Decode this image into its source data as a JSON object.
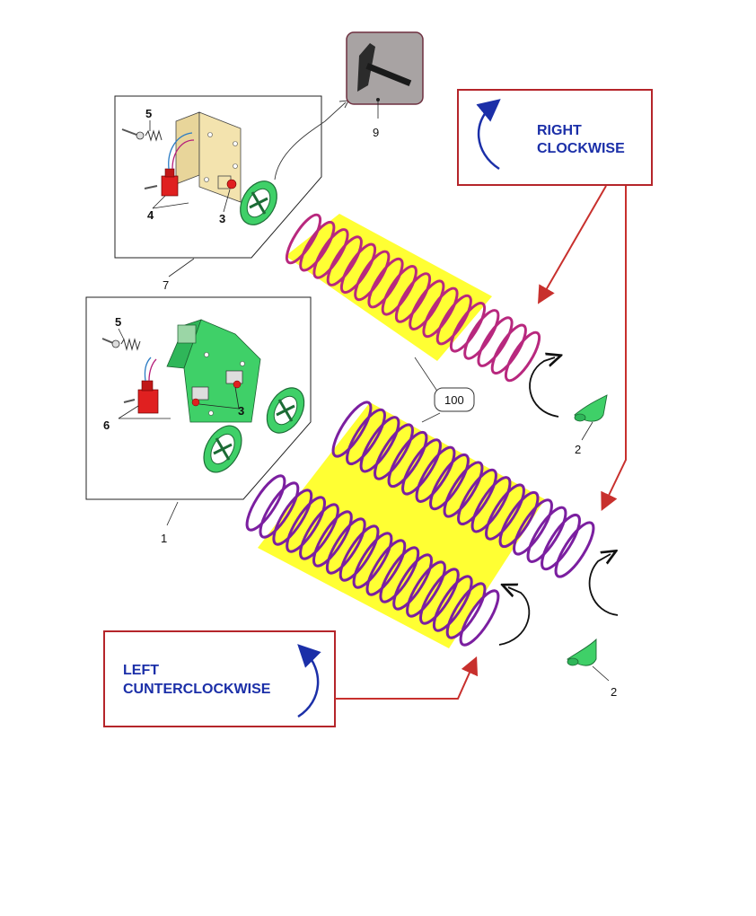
{
  "colors": {
    "callout_border": "#b5252a",
    "callout_text": "#1b2fa8",
    "arrow_red": "#c8302d",
    "spring_top": "#b8287e",
    "spring_lower": "#7b1fa0",
    "yellow_sheet": "#ffff33",
    "green_part": "#3fd068",
    "tan_part": "#f3e3ae"
  },
  "callouts": {
    "right_line1": "RIGHT",
    "right_line2": "CLOCKWISE",
    "left_line1": "LEFT",
    "left_line2": "CUNTERCLOCKWISE"
  },
  "labels": {
    "box7_screw": "5",
    "box7_switch": "4",
    "box7_socket": "3",
    "box7_number": "7",
    "motor_number": "9",
    "box1_screw": "5",
    "box1_switch": "6",
    "box1_socket": "3",
    "box1_number": "1",
    "spring_tag": "100",
    "end_cap_top": "2",
    "end_cap_bottom": "2"
  },
  "icons": [
    "curved-arrow-clockwise-icon",
    "curved-arrow-counterclockwise-icon",
    "motor-gear-icon",
    "spring-coil-icon",
    "end-cap-icon",
    "wheel-icon"
  ]
}
